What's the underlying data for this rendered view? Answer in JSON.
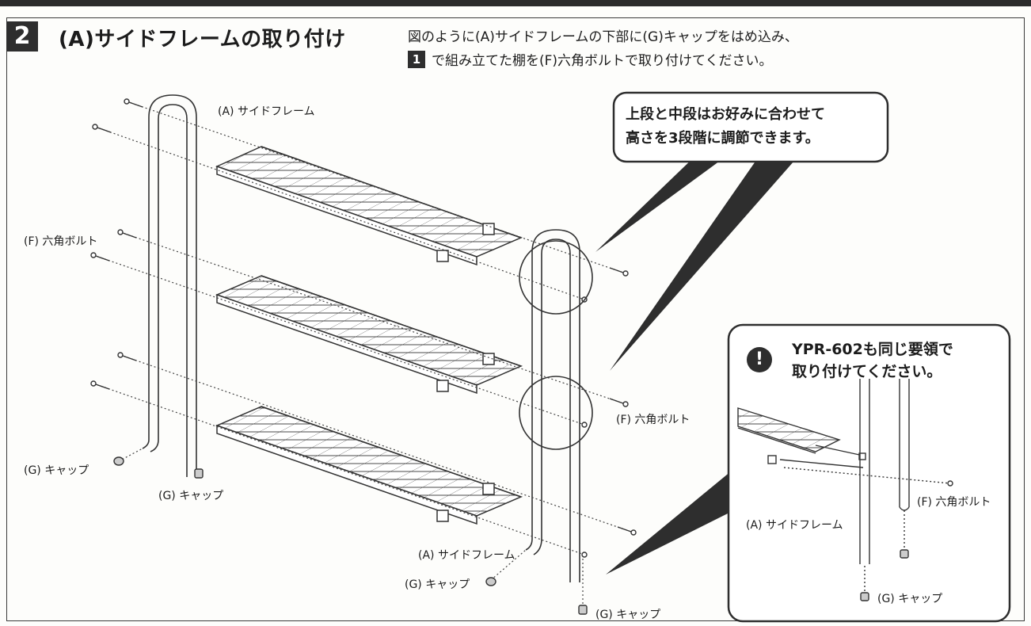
{
  "step": {
    "number": "2",
    "title": "(A)サイドフレームの取り付け"
  },
  "instructions": {
    "line1": "図のように(A)サイドフレームの下部に(G)キャップをはめ込み、",
    "line2_ref": "1",
    "line2": "で組み立てた棚を(F)六角ボルトで取り付けてください。"
  },
  "callout": {
    "line1": "上段と中段はお好みに合わせて",
    "line2": "高さを3段階に調節できます。"
  },
  "labels": {
    "side_frame_top": "(A) サイドフレーム",
    "side_frame_bottom": "(A) サイドフレーム",
    "hex_bolt_left": "(F) 六角ボルト",
    "hex_bolt_right": "(F) 六角ボルト",
    "cap_left": "(G) キャップ",
    "cap_left_center": "(G) キャップ",
    "cap_bottom_center": "(G) キャップ",
    "cap_bottom_right": "(G) キャップ"
  },
  "note": {
    "icon": "exclamation-icon",
    "line1": "YPR-602も同じ要領で",
    "line2": "取り付けてください。",
    "label_bolt": "(F) 六角ボルト",
    "label_frame": "(A) サイドフレーム",
    "label_cap": "(G) キャップ"
  }
}
